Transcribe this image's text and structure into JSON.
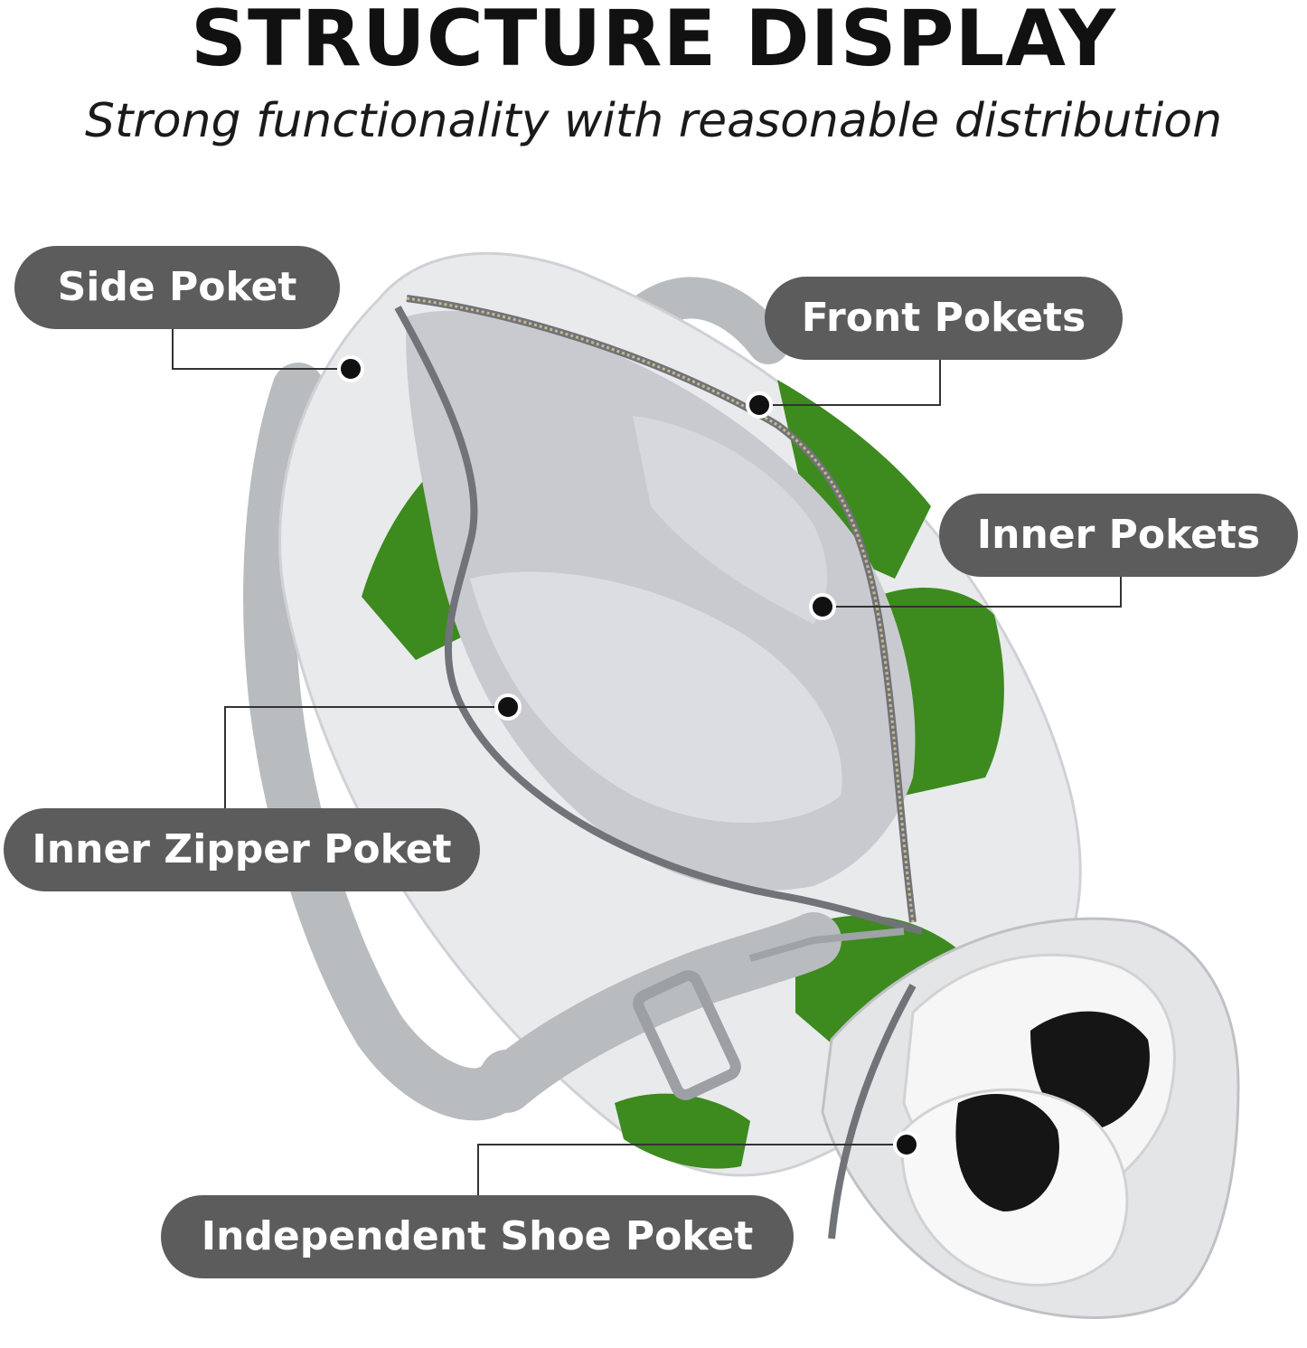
{
  "header": {
    "title": "STRUCTURE DISPLAY",
    "subtitle": "Strong functionality with reasonable distribution"
  },
  "labels": {
    "side_pocket": "Side Poket",
    "front_pockets": "Front Pokets",
    "inner_pockets": "Inner Pokets",
    "inner_zipper_pocket": "Inner Zipper Poket",
    "shoe_pocket": "Independent Shoe Poket"
  },
  "colors": {
    "label_background": "#5c5c5c",
    "label_text": "#ffffff",
    "leader_line": "#333333",
    "bag_white": "#e9eaec",
    "bag_green": "#3d8a1f",
    "strap_gray": "#b9bcbf",
    "lining_gray": "#c9cacf"
  }
}
